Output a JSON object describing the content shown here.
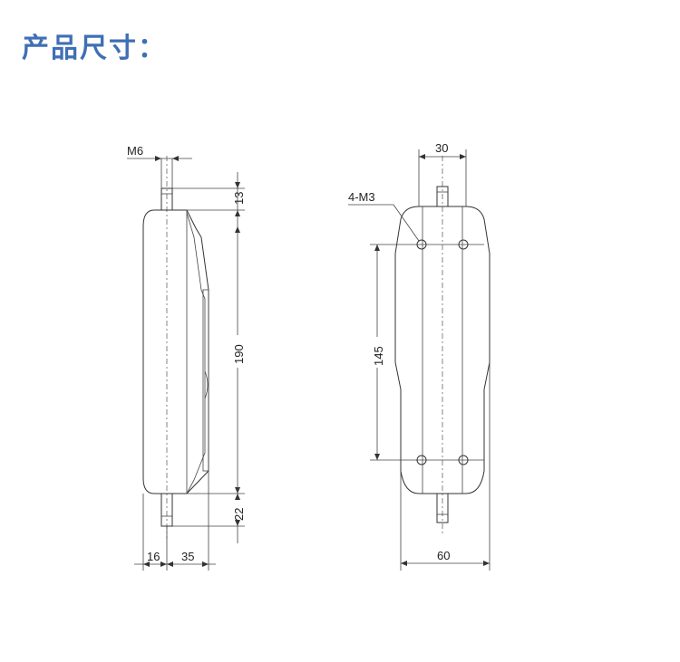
{
  "title": "产品尺寸：",
  "side_view": {
    "thread_label": "M6",
    "dim_top_thread": "13",
    "dim_body_length": "190",
    "dim_bottom_thread": "22",
    "dim_left_offset": "16",
    "dim_depth": "35"
  },
  "front_view": {
    "dim_top_width": "30",
    "hole_label": "4-M3",
    "dim_hole_spacing": "145",
    "dim_width": "60"
  }
}
